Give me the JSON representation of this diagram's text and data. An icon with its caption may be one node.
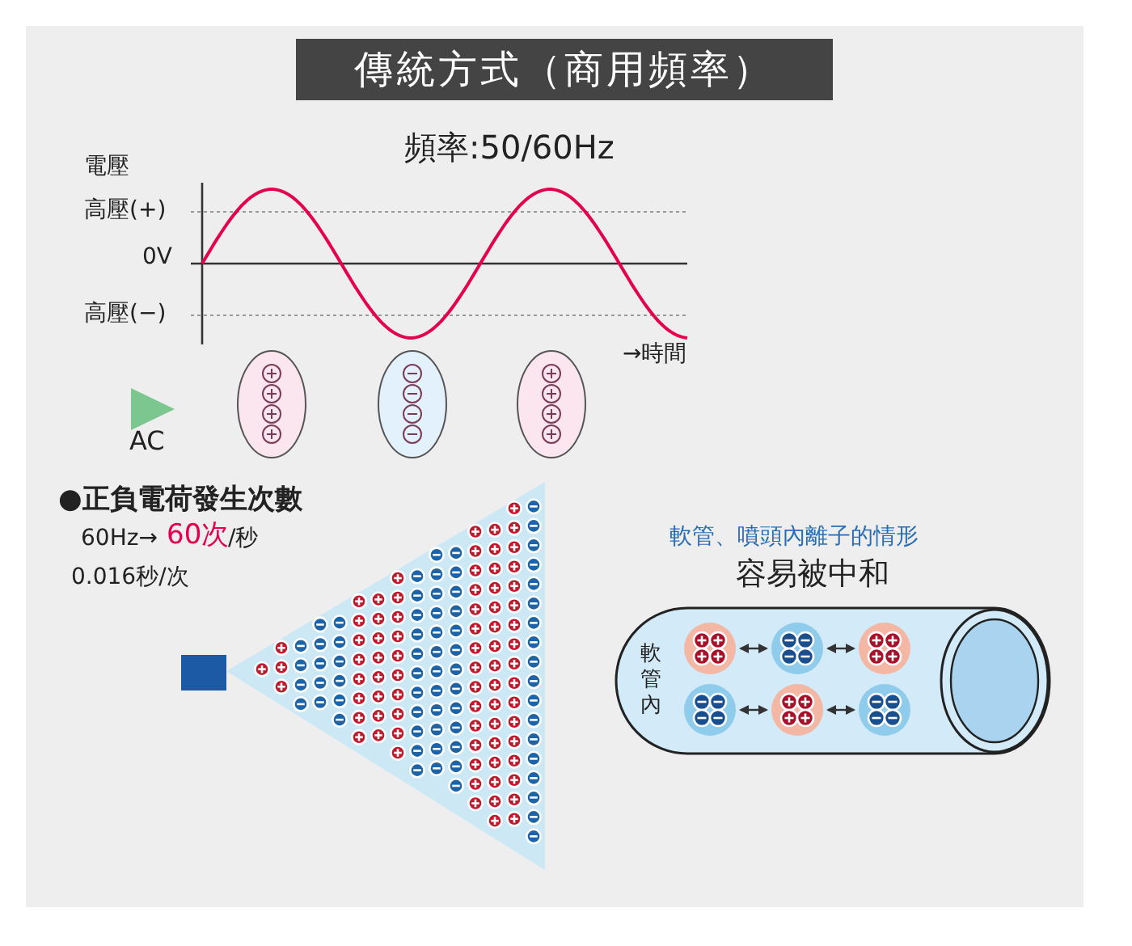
{
  "diagram": {
    "title": "傳統方式（商用頻率）",
    "nodes": [
      {
        "text": [
          "軟管內"
        ]
      },
      {
        "text": [],
        "shape": "circle",
        "in": 0
      },
      {
        "text": [],
        "shape": "circle",
        "in": 0
      },
      {
        "text": [],
        "shape": "circle",
        "in": 0
      },
      {
        "text": [],
        "shape": "circle",
        "in": 0
      },
      {
        "text": [],
        "shape": "circle",
        "in": 0
      },
      {
        "text": [],
        "shape": "circle",
        "in": 0
      }
    ],
    "edges": [
      {
        "from": 1,
        "to": 2,
        "arrow": "both"
      },
      {
        "from": 2,
        "to": 3,
        "arrow": "both"
      },
      {
        "from": 4,
        "to": 5,
        "arrow": "both"
      },
      {
        "from": 5,
        "to": 6,
        "arrow": "both"
      }
    ],
    "labels": [
      "頻率:50/60Hz",
      "電壓",
      "高壓(+)",
      "0V",
      "高壓(−)",
      "→時間",
      "AC",
      "●正負電荷發生次數",
      "60Hz→",
      "60次",
      "/秒",
      "0.016秒/次",
      "軟管、噴頭內離子的情形",
      "容易被中和"
    ]
  }
}
